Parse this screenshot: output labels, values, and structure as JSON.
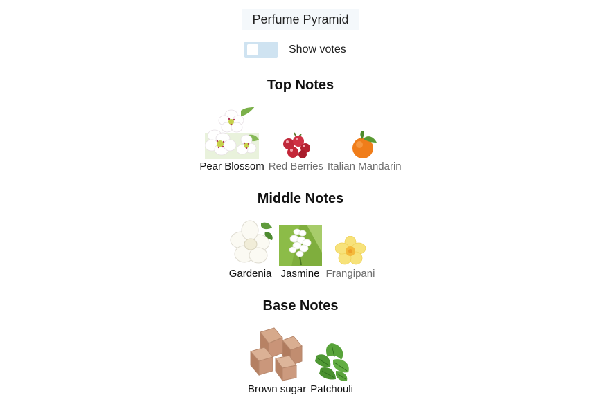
{
  "title": "Perfume Pyramid",
  "toggle": {
    "label": "Show votes",
    "on": false
  },
  "colors": {
    "divider": "#8aa0b0",
    "toggle_track": "#cfe3f1",
    "muted_label": "#6e6e6e"
  },
  "sections": {
    "top": {
      "heading": "Top Notes",
      "notes": [
        {
          "name": "Pear Blossom",
          "icon": "pear-blossom-flower",
          "prominent": true
        },
        {
          "name": "Red Berries",
          "icon": "red-berries",
          "prominent": false
        },
        {
          "name": "Italian Mandarin",
          "icon": "mandarin-orange",
          "prominent": false
        }
      ]
    },
    "middle": {
      "heading": "Middle Notes",
      "notes": [
        {
          "name": "Gardenia",
          "icon": "gardenia-flower",
          "prominent": true
        },
        {
          "name": "Jasmine",
          "icon": "jasmine-flower",
          "prominent": true
        },
        {
          "name": "Frangipani",
          "icon": "frangipani-flower",
          "prominent": false
        }
      ]
    },
    "base": {
      "heading": "Base Notes",
      "notes": [
        {
          "name": "Brown sugar",
          "icon": "brown-sugar-cubes",
          "prominent": true
        },
        {
          "name": "Patchouli",
          "icon": "patchouli-leaves",
          "prominent": true
        }
      ]
    }
  }
}
